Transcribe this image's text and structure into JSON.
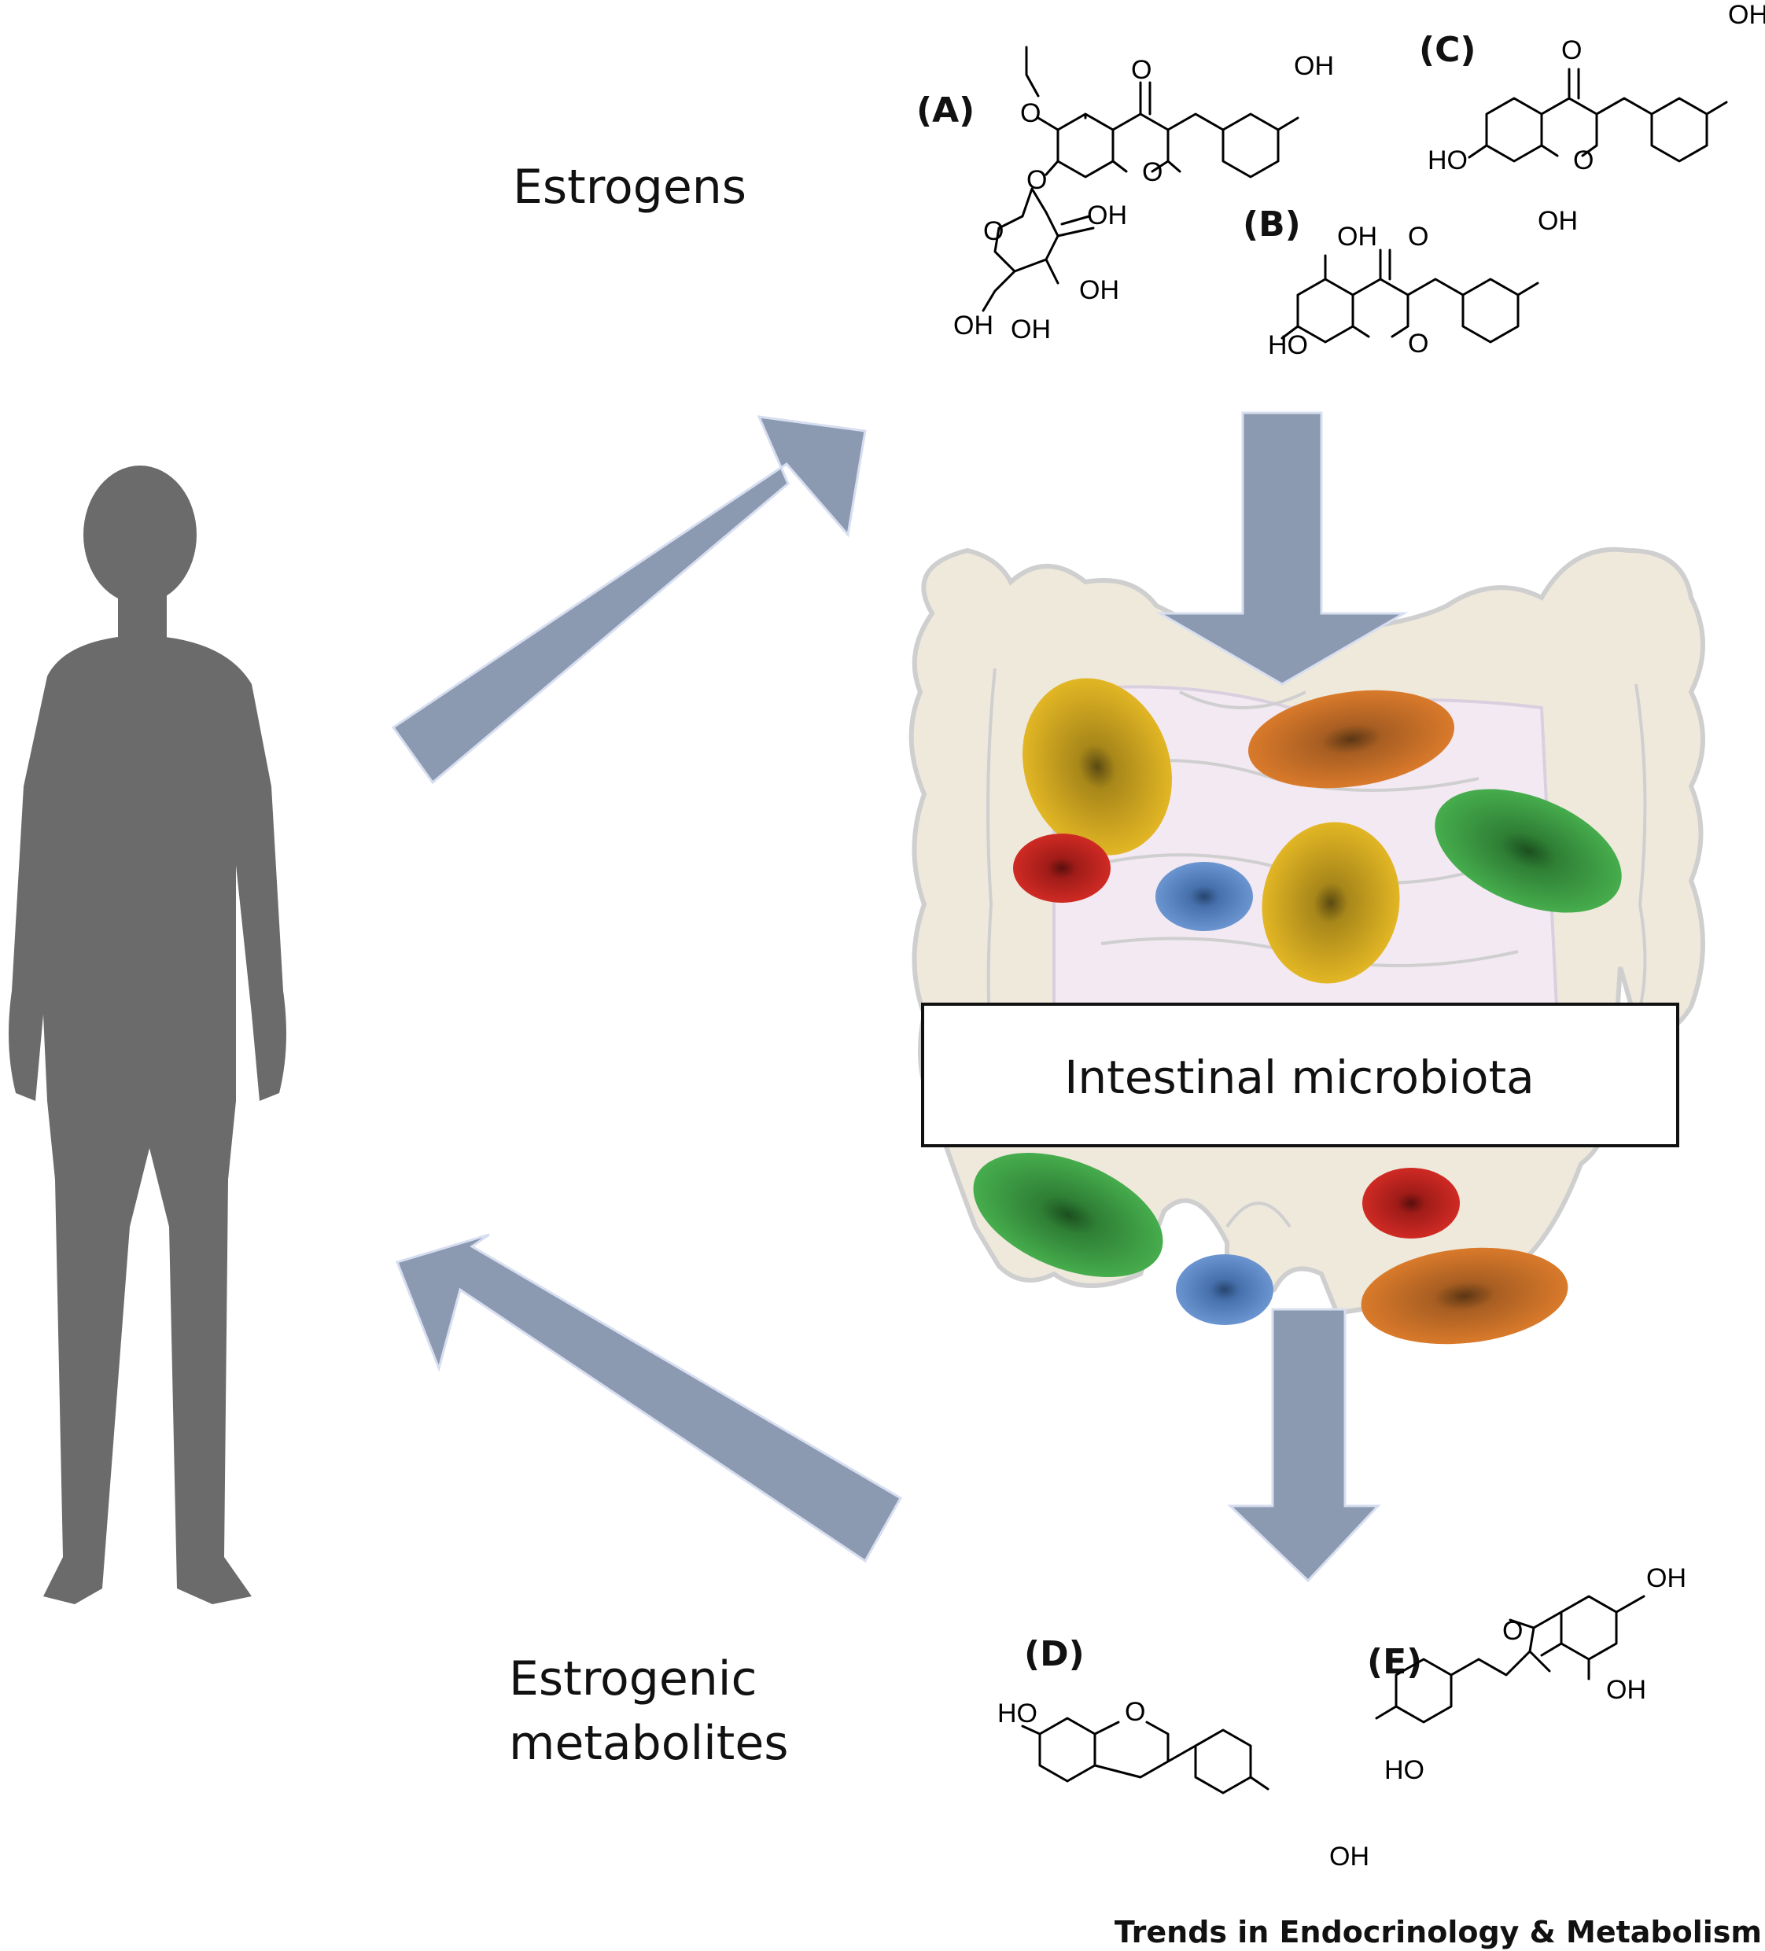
{
  "labels": {
    "estrogens": "Estrogens",
    "estrogenic_metabolites_line1": "Estrogenic",
    "estrogenic_metabolites_line2": "metabolites",
    "intestinal_microbiota": "Intestinal microbiota",
    "journal": "Trends in Endocrinology & Metabolism"
  },
  "compounds": [
    {
      "id": "A",
      "label": "(A)"
    },
    {
      "id": "B",
      "label": "(B)"
    },
    {
      "id": "C",
      "label": "(C)"
    },
    {
      "id": "D",
      "label": "(D)"
    },
    {
      "id": "E",
      "label": "(E)"
    }
  ],
  "atoms": {
    "oh": "OH",
    "ho": "HO",
    "o": "O"
  },
  "colors": {
    "arrow": "#8b99b1",
    "silhouette": "#6b6b6b",
    "gut": "#efe9dc",
    "yellow": "#e2b624",
    "orange": "#d97a2b",
    "green": "#3fa047",
    "red": "#c8231f",
    "blue": "#5b87c6"
  }
}
